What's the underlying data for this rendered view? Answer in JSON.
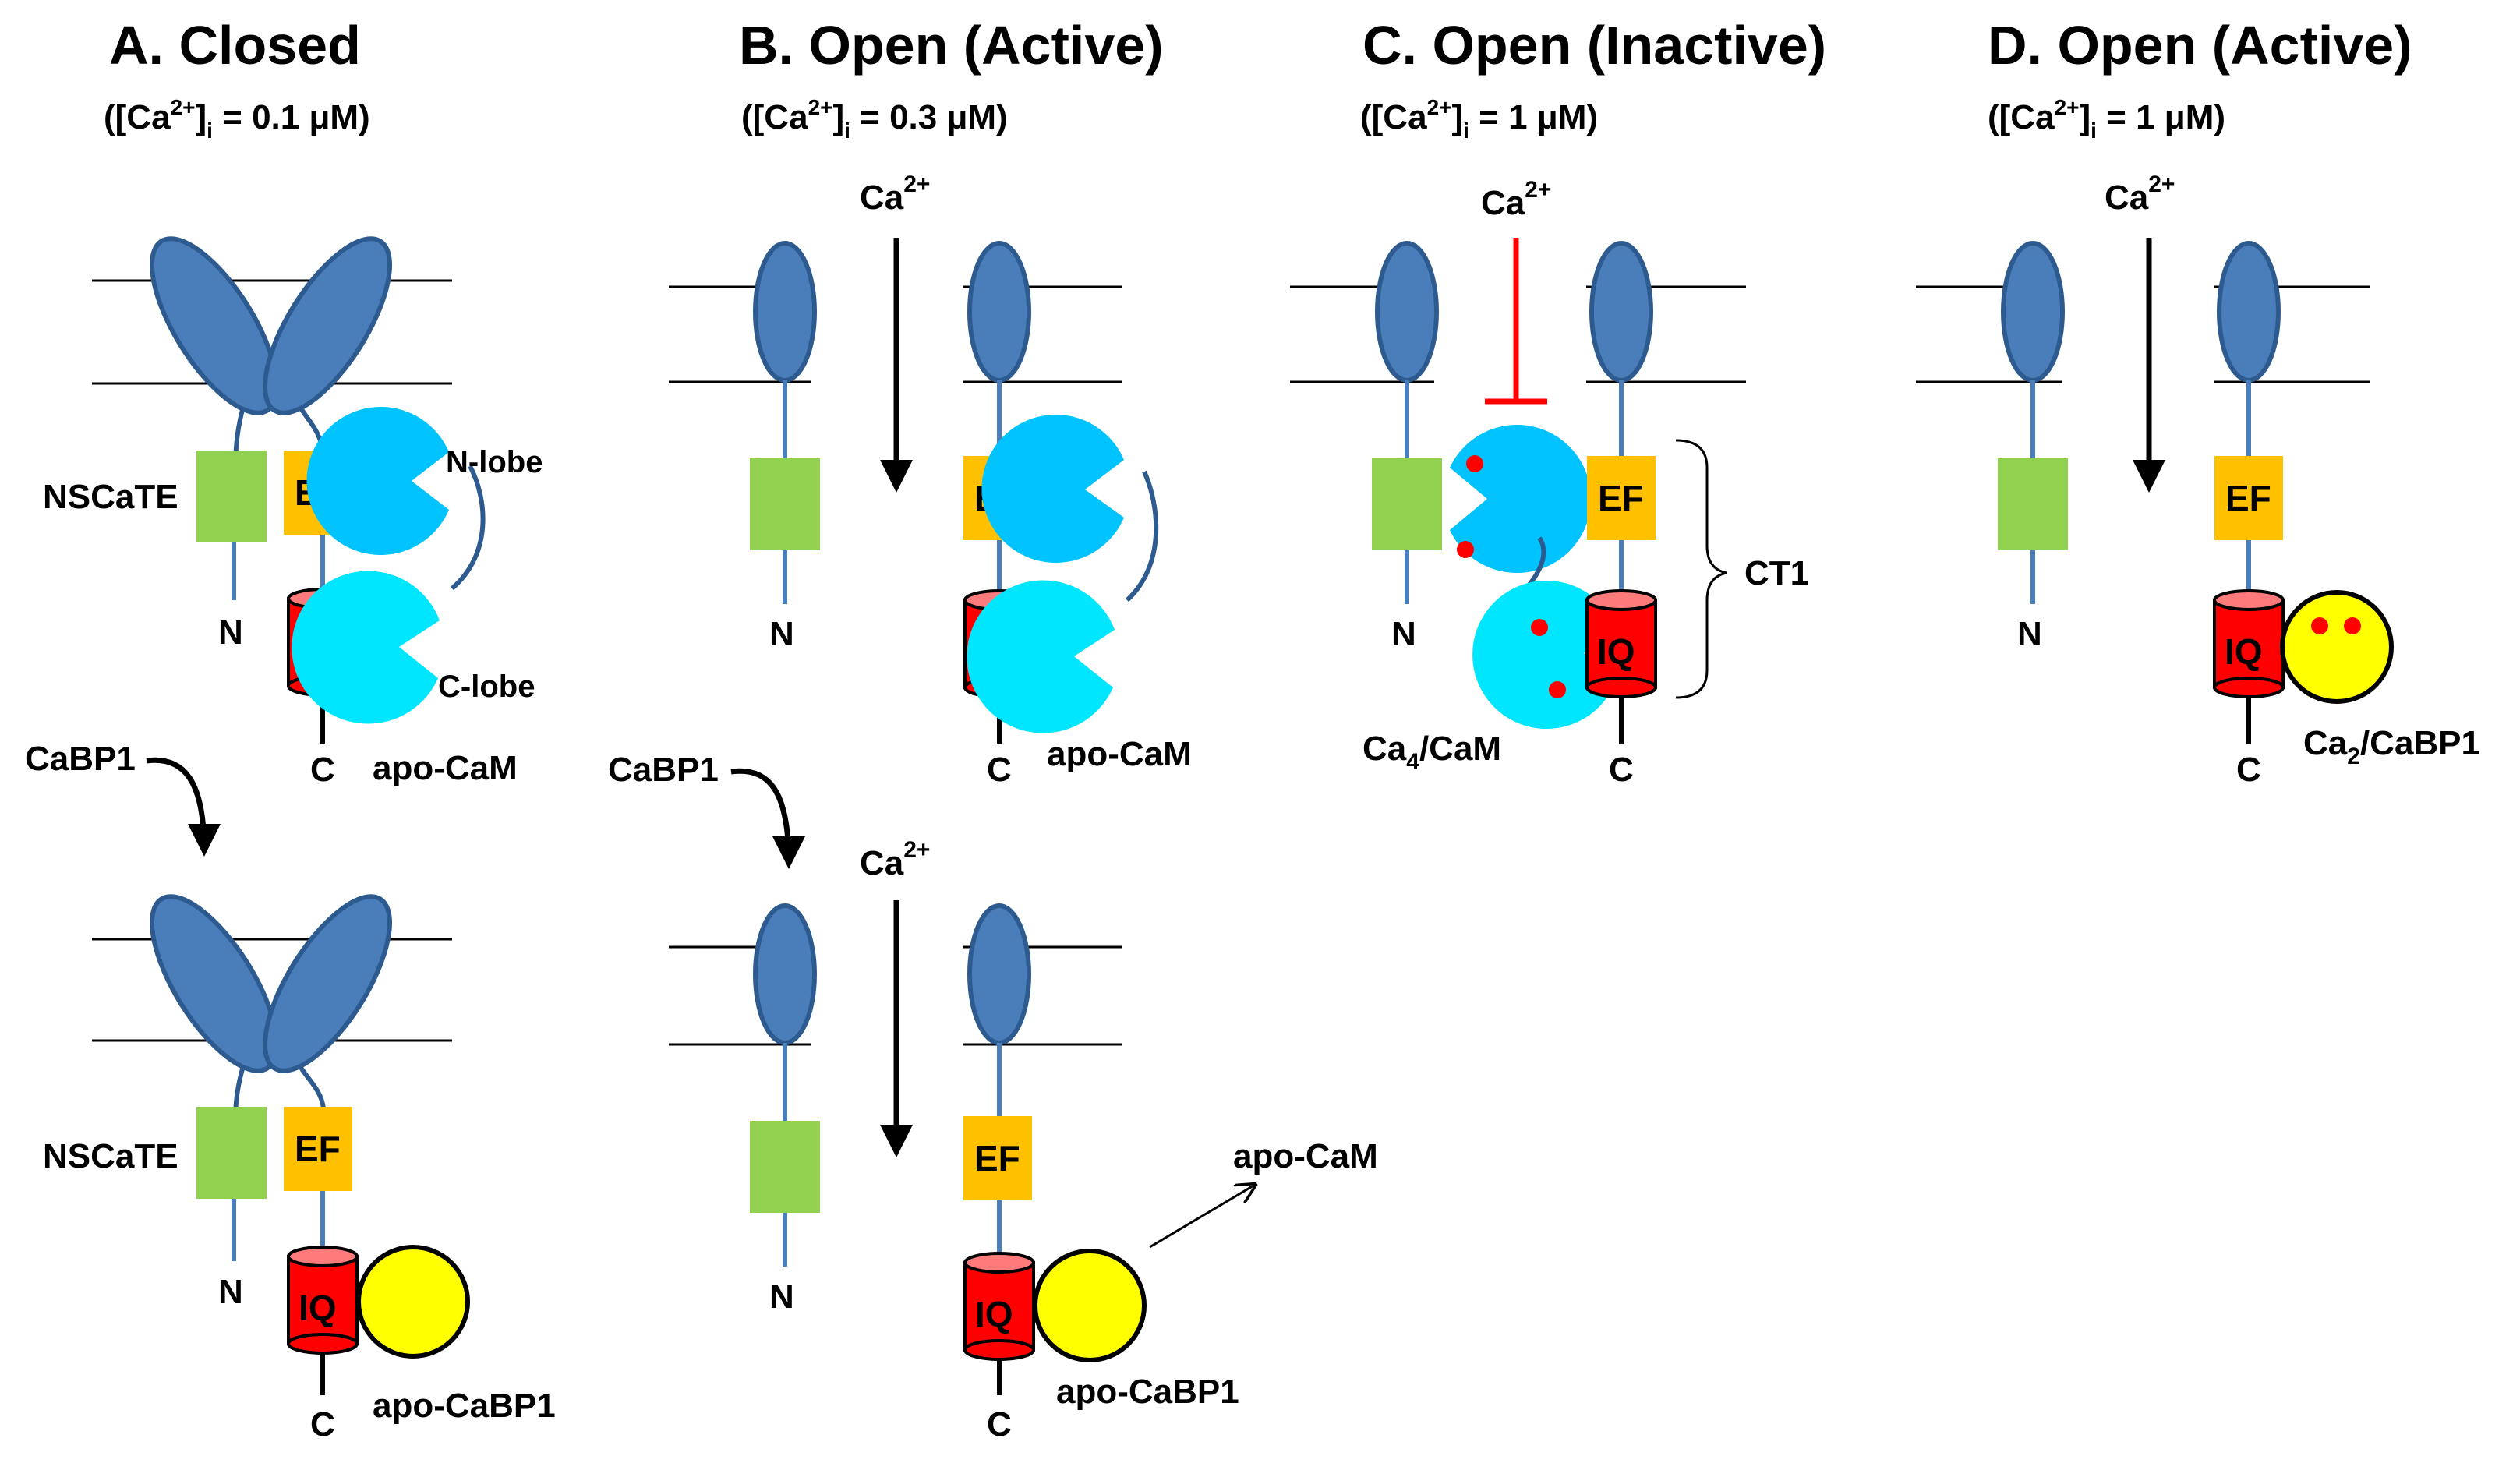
{
  "panels": {
    "a": {
      "title": "A. Closed",
      "sub_pre": "([Ca",
      "sub_sup": "2+",
      "sub_mid": "]",
      "sub_sub": "i",
      "sub_post": " = 0.1 μM)"
    },
    "b": {
      "title": "B. Open (Active)",
      "sub_pre": "([Ca",
      "sub_sup": "2+",
      "sub_mid": "]",
      "sub_sub": "i",
      "sub_post": " = 0.3 μM)"
    },
    "c": {
      "title": "C. Open (Inactive)",
      "sub_pre": "([Ca",
      "sub_sup": "2+",
      "sub_mid": "]",
      "sub_sub": "i",
      "sub_post": " = 1 μM)"
    },
    "d": {
      "title": "D. Open (Active)",
      "sub_pre": "([Ca",
      "sub_sup": "2+",
      "sub_mid": "]",
      "sub_sub": "i",
      "sub_post": " = 1 μM)"
    }
  },
  "labels": {
    "nscate": "NSCaTE",
    "ef": "EF",
    "iq": "IQ",
    "n_term": "N",
    "c_term": "C",
    "n_lobe": "N-lobe",
    "c_lobe": "C-lobe",
    "apo_cam": "apo-CaM",
    "apo_cabp1": "apo-CaBP1",
    "cabp1": "CaBP1",
    "ca": "Ca",
    "ca_sup": "2+",
    "ct1": "CT1",
    "ca4_cam_pre": "Ca",
    "ca4_cam_sub": "4",
    "ca4_cam_post": "/CaM",
    "ca2_cabp1_pre": "Ca",
    "ca2_cabp1_sub": "2",
    "ca2_cabp1_post": "/CaBP1"
  },
  "colors": {
    "channel": "#4a7ebb",
    "channel_stroke": "#2e5b8f",
    "nscate": "#92d050",
    "ef": "#ffc000",
    "iq": "#ff0000",
    "iq_top": "#ff7b7b",
    "cam_n_lobe": "#00c3ff",
    "cam_c_lobe": "#00e6ff",
    "cabp1": "#ffff00",
    "ca_ion": "#ff0000",
    "inhibit": "#ff0000"
  }
}
